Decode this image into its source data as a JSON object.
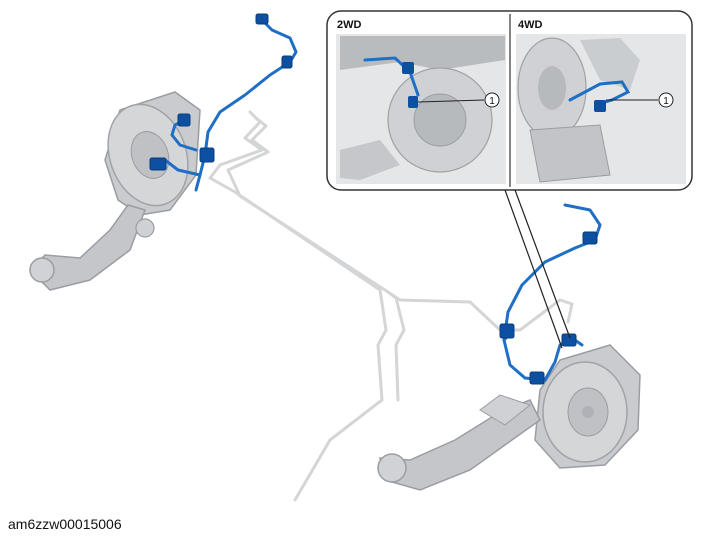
{
  "figure": {
    "caption": "am6zzw00015006",
    "inset_left_label": "2WD",
    "inset_right_label": "4WD",
    "callout_left": "1",
    "callout_right": "1",
    "colors": {
      "harness": "#1f6fc4",
      "harness_dark": "#0d4fa0",
      "part": "#c9cbce",
      "part_dark": "#9a9da2",
      "brake_line": "#d6d8da",
      "inset_border": "#333333"
    }
  }
}
